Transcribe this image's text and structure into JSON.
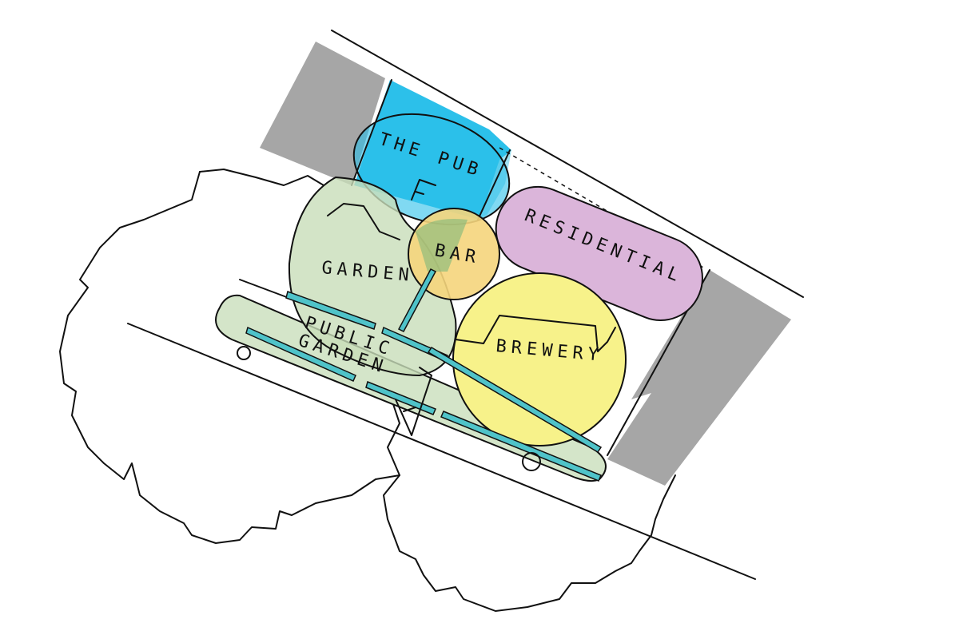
{
  "diagram": {
    "labels": {
      "pub": "THE PUB",
      "residential": "RESIDENTIAL",
      "bar": "BAR",
      "garden": "GARDEN",
      "public_garden_1": "PUBLIC",
      "public_garden_2": "GARDEN",
      "brewery": "BREWERY"
    },
    "colors": {
      "building": "#a6a6a6",
      "pub": "#2cc0ea",
      "residential": "#dbb5da",
      "bar": "#f5d57c",
      "garden": "#d4e5c9",
      "brewery": "#f7f28a",
      "wall": "#4fc3c9"
    }
  }
}
